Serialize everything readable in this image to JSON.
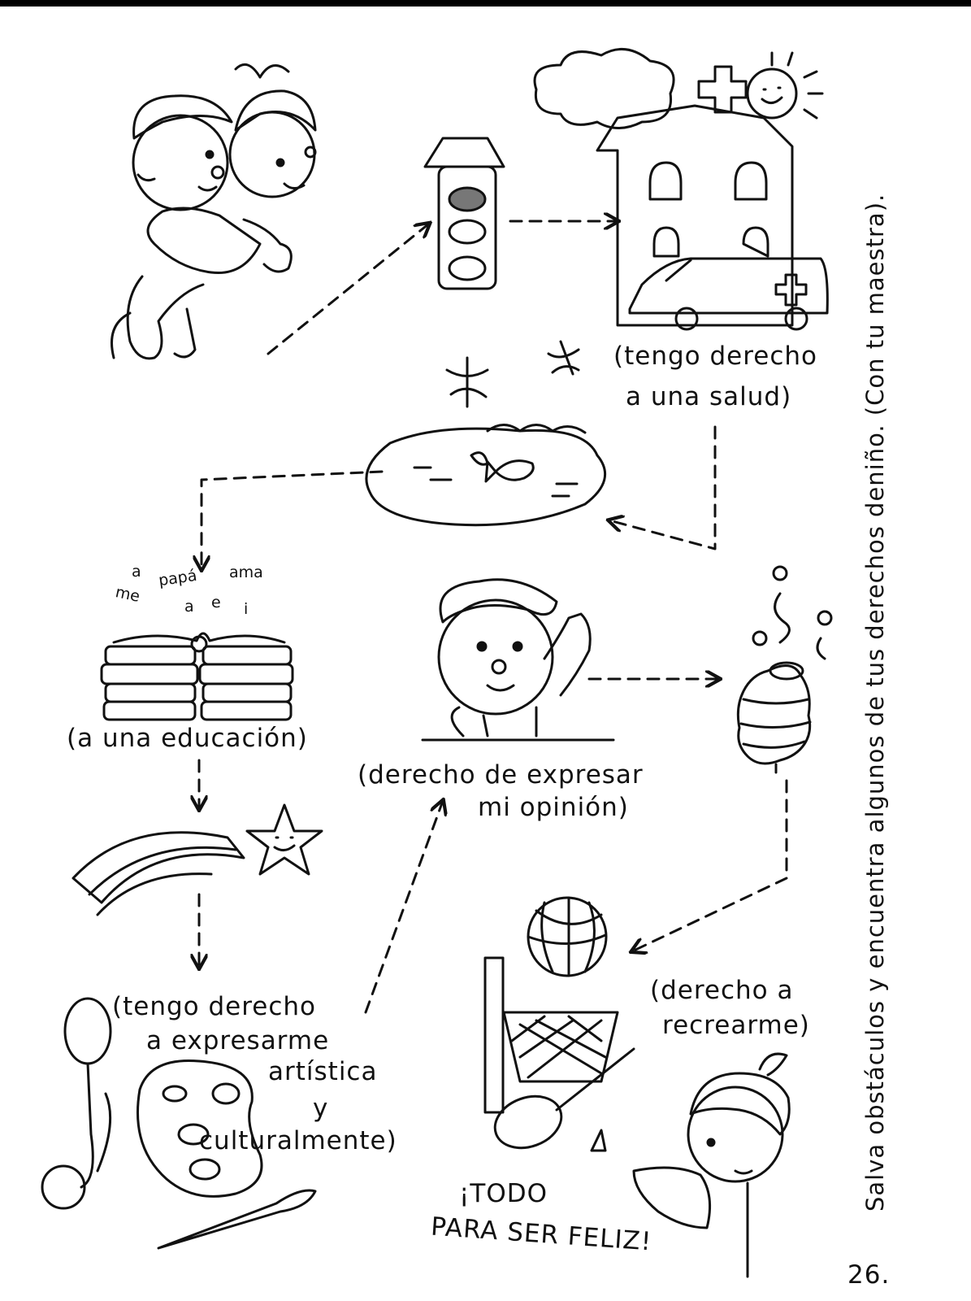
{
  "side_instruction": "Salva obstáculos y encuentra algunos de tus derechos deniño. (Con tu maestra).",
  "labels": {
    "salud_1": "(tengo derecho",
    "salud_2": "a una salud)",
    "educacion": "(a una educación)",
    "expresar_1": "(derecho de expresar",
    "expresar_2": "mi opinión)",
    "arte_1": "(tengo derecho",
    "arte_2": "a expresarme",
    "arte_3": "artística",
    "arte_4": "y",
    "arte_5": "culturalmente)",
    "recrear_1": "(derecho a",
    "recrear_2": "recrearme)",
    "final_1": "¡TODO",
    "final_2": "PARA SER FELIZ!"
  },
  "book_words": {
    "w1": "a",
    "w2": "papá",
    "w3": "ama",
    "w4": "me",
    "w5": "a",
    "w6": "e",
    "w7": "i"
  },
  "page_number": "26."
}
